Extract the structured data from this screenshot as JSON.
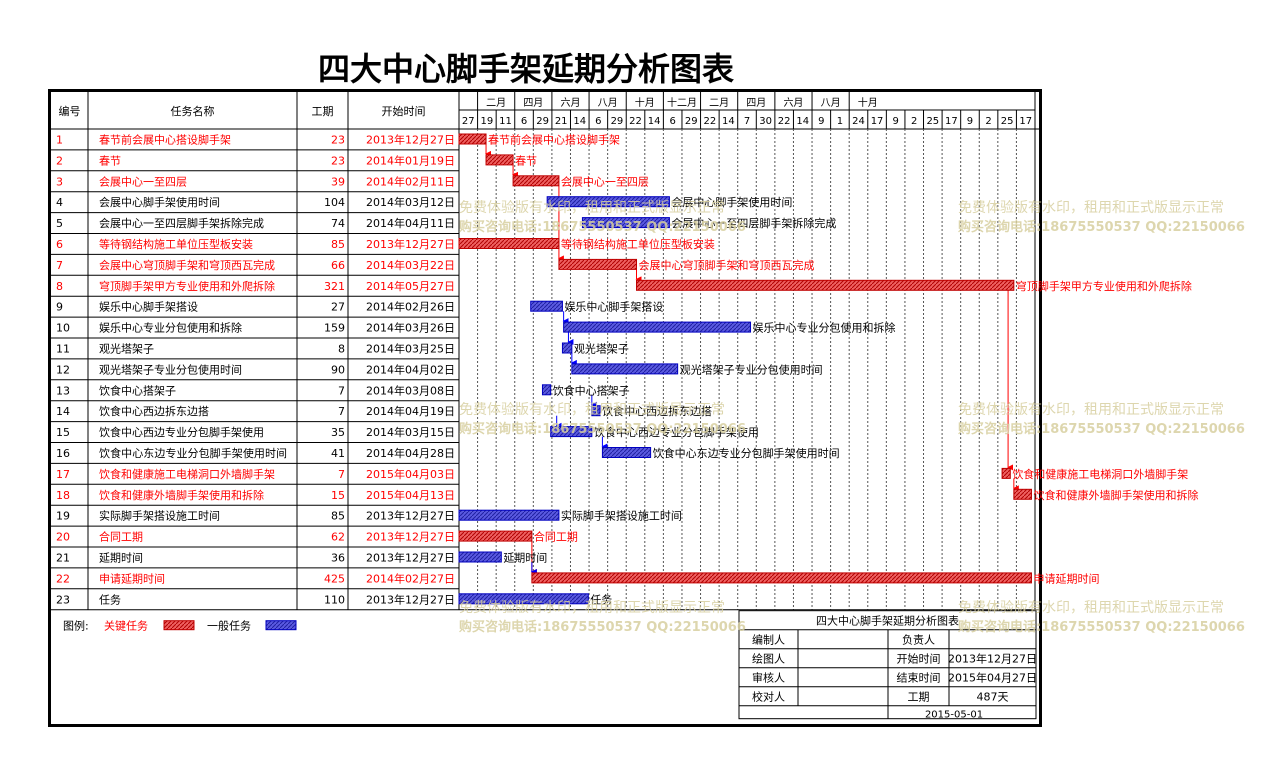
{
  "title": "四大中心脚手架延期分析图表",
  "columns": {
    "id": "编号",
    "name": "任务名称",
    "duration": "工期",
    "start": "开始时间"
  },
  "months": [
    "二月",
    "四月",
    "六月",
    "八月",
    "十月",
    "十二月",
    "二月",
    "四月",
    "六月",
    "八月",
    "十月"
  ],
  "weeks": [
    "27",
    "19",
    "11",
    "6",
    "29",
    "21",
    "14",
    "6",
    "29",
    "22",
    "14",
    "6",
    "29",
    "22",
    "14",
    "7",
    "30",
    "22",
    "14",
    "9",
    "1",
    "24",
    "17",
    "9",
    "2",
    "25",
    "17",
    "9",
    "2",
    "25",
    "17"
  ],
  "colors": {
    "critical": "#ff0000",
    "normal": "#0000ff",
    "critical_fill": "#e04040",
    "normal_fill": "#4a4ad6",
    "watermark": "#d8d0a0"
  },
  "chart_data": {
    "type": "gantt",
    "title": "四大中心脚手架延期分析图表",
    "time_axis": {
      "start": "2013-12-27",
      "end": "2015-05-01"
    },
    "tasks": [
      {
        "id": "1",
        "name": "春节前会展中心搭设脚手架",
        "duration": "23",
        "start": "2013年12月27日",
        "start_date": "2013-12-27",
        "days": 23,
        "critical": true,
        "bar_label": "春节前会展中心搭设脚手架"
      },
      {
        "id": "2",
        "name": "春节",
        "duration": "23",
        "start": "2014年01月19日",
        "start_date": "2014-01-19",
        "days": 23,
        "critical": true,
        "bar_label": "春节"
      },
      {
        "id": "3",
        "name": "会展中心一至四层",
        "duration": "39",
        "start": "2014年02月11日",
        "start_date": "2014-02-11",
        "days": 39,
        "critical": true,
        "bar_label": "会展中心一至四层"
      },
      {
        "id": "4",
        "name": "会展中心脚手架使用时间",
        "duration": "104",
        "start": "2014年03月12日",
        "start_date": "2014-03-12",
        "days": 104,
        "critical": false,
        "bar_label": "会展中心脚手架使用时间"
      },
      {
        "id": "5",
        "name": "会展中心一至四层脚手架拆除完成",
        "duration": "74",
        "start": "2014年04月11日",
        "start_date": "2014-04-11",
        "days": 74,
        "critical": false,
        "bar_label": "会展中心一至四层脚手架拆除完成"
      },
      {
        "id": "6",
        "name": "等待钢结构施工单位压型板安装",
        "duration": "85",
        "start": "2013年12月27日",
        "start_date": "2013-12-27",
        "days": 85,
        "critical": true,
        "bar_label": "等待钢结构施工单位压型板安装"
      },
      {
        "id": "7",
        "name": "会展中心穹顶脚手架和穹顶西瓦完成",
        "duration": "66",
        "start": "2014年03月22日",
        "start_date": "2014-03-22",
        "days": 66,
        "critical": true,
        "bar_label": "会展中心穹顶脚手架和穹顶西瓦完成"
      },
      {
        "id": "8",
        "name": "穹顶脚手架甲方专业使用和外爬拆除",
        "duration": "321",
        "start": "2014年05月27日",
        "start_date": "2014-05-27",
        "days": 321,
        "critical": true,
        "bar_label": "穹顶脚手架甲方专业使用和外爬拆除"
      },
      {
        "id": "9",
        "name": "娱乐中心脚手架搭设",
        "duration": "27",
        "start": "2014年02月26日",
        "start_date": "2014-02-26",
        "days": 27,
        "critical": false,
        "bar_label": "娱乐中心脚手架搭设"
      },
      {
        "id": "10",
        "name": "娱乐中心专业分包使用和拆除",
        "duration": "159",
        "start": "2014年03月26日",
        "start_date": "2014-03-26",
        "days": 159,
        "critical": false,
        "bar_label": "娱乐中心专业分包使用和拆除"
      },
      {
        "id": "11",
        "name": "观光塔架子",
        "duration": "8",
        "start": "2014年03月25日",
        "start_date": "2014-03-25",
        "days": 8,
        "critical": false,
        "bar_label": "观光塔架子"
      },
      {
        "id": "12",
        "name": "观光塔架子专业分包使用时间",
        "duration": "90",
        "start": "2014年04月02日",
        "start_date": "2014-04-02",
        "days": 90,
        "critical": false,
        "bar_label": "观光塔架子专业分包使用时间"
      },
      {
        "id": "13",
        "name": "饮食中心搭架子",
        "duration": "7",
        "start": "2014年03月08日",
        "start_date": "2014-03-08",
        "days": 7,
        "critical": false,
        "bar_label": "饮食中心搭架子"
      },
      {
        "id": "14",
        "name": "饮食中心西边拆东边搭",
        "duration": "7",
        "start": "2014年04月19日",
        "start_date": "2014-04-19",
        "days": 7,
        "critical": false,
        "bar_label": "饮食中心西边拆东边搭"
      },
      {
        "id": "15",
        "name": "饮食中心西边专业分包脚手架使用",
        "duration": "35",
        "start": "2014年03月15日",
        "start_date": "2014-03-15",
        "days": 35,
        "critical": false,
        "bar_label": "饮食中心西边专业分包脚手架使用"
      },
      {
        "id": "16",
        "name": "饮食中心东边专业分包脚手架使用时间",
        "duration": "41",
        "start": "2014年04月28日",
        "start_date": "2014-04-28",
        "days": 41,
        "critical": false,
        "bar_label": "饮食中心东边专业分包脚手架使用时间"
      },
      {
        "id": "17",
        "name": "饮食和健康施工电梯洞口外墙脚手架",
        "duration": "7",
        "start": "2015年04月03日",
        "start_date": "2015-04-03",
        "days": 7,
        "critical": true,
        "bar_label": "饮食和健康施工电梯洞口外墙脚手架"
      },
      {
        "id": "18",
        "name": "饮食和健康外墙脚手架使用和拆除",
        "duration": "15",
        "start": "2015年04月13日",
        "start_date": "2015-04-13",
        "days": 15,
        "critical": true,
        "bar_label": "饮食和健康外墙脚手架使用和拆除"
      },
      {
        "id": "19",
        "name": "实际脚手架搭设施工时间",
        "duration": "85",
        "start": "2013年12月27日",
        "start_date": "2013-12-27",
        "days": 85,
        "critical": false,
        "bar_label": "实际脚手架搭设施工时间"
      },
      {
        "id": "20",
        "name": "合同工期",
        "duration": "62",
        "start": "2013年12月27日",
        "start_date": "2013-12-27",
        "days": 62,
        "critical": true,
        "bar_label": "合同工期"
      },
      {
        "id": "21",
        "name": "延期时间",
        "duration": "36",
        "start": "2013年12月27日",
        "start_date": "2013-12-27",
        "days": 36,
        "critical": false,
        "bar_label": "延期时间"
      },
      {
        "id": "22",
        "name": "申请延期时间",
        "duration": "425",
        "start": "2014年02月27日",
        "start_date": "2014-02-27",
        "days": 425,
        "critical": true,
        "bar_label": "申请延期时间"
      },
      {
        "id": "23",
        "name": "任务",
        "duration": "110",
        "start": "2013年12月27日",
        "start_date": "2013-12-27",
        "days": 110,
        "critical": false,
        "bar_label": "任务"
      }
    ],
    "links": [
      [
        1,
        2
      ],
      [
        2,
        3
      ],
      [
        3,
        7
      ],
      [
        7,
        8
      ],
      [
        8,
        17
      ],
      [
        17,
        18
      ],
      [
        9,
        10
      ],
      [
        10,
        11
      ],
      [
        11,
        12
      ],
      [
        13,
        14
      ],
      [
        14,
        15
      ],
      [
        15,
        16
      ],
      [
        20,
        22
      ],
      [
        21,
        22
      ]
    ]
  },
  "legend": {
    "label": "图例:",
    "critical": "关键任务",
    "normal": "一般任务"
  },
  "info": {
    "title": "四大中心脚手架延期分析图表",
    "editor": "编制人",
    "owner": "负责人",
    "drafter": "绘图人",
    "start_label": "开始时间",
    "start_value": "2013年12月27日",
    "reviewer": "审核人",
    "end_label": "结束时间",
    "end_value": "2015年04月27日",
    "checker": "校对人",
    "duration_label": "工期",
    "duration_value": "487天",
    "date": "2015-05-01"
  },
  "watermark": {
    "line1": "免费体验版有水印，租用和正式版显示正常",
    "line2": "购买咨询电话:18675550537 QQ:22150066"
  }
}
